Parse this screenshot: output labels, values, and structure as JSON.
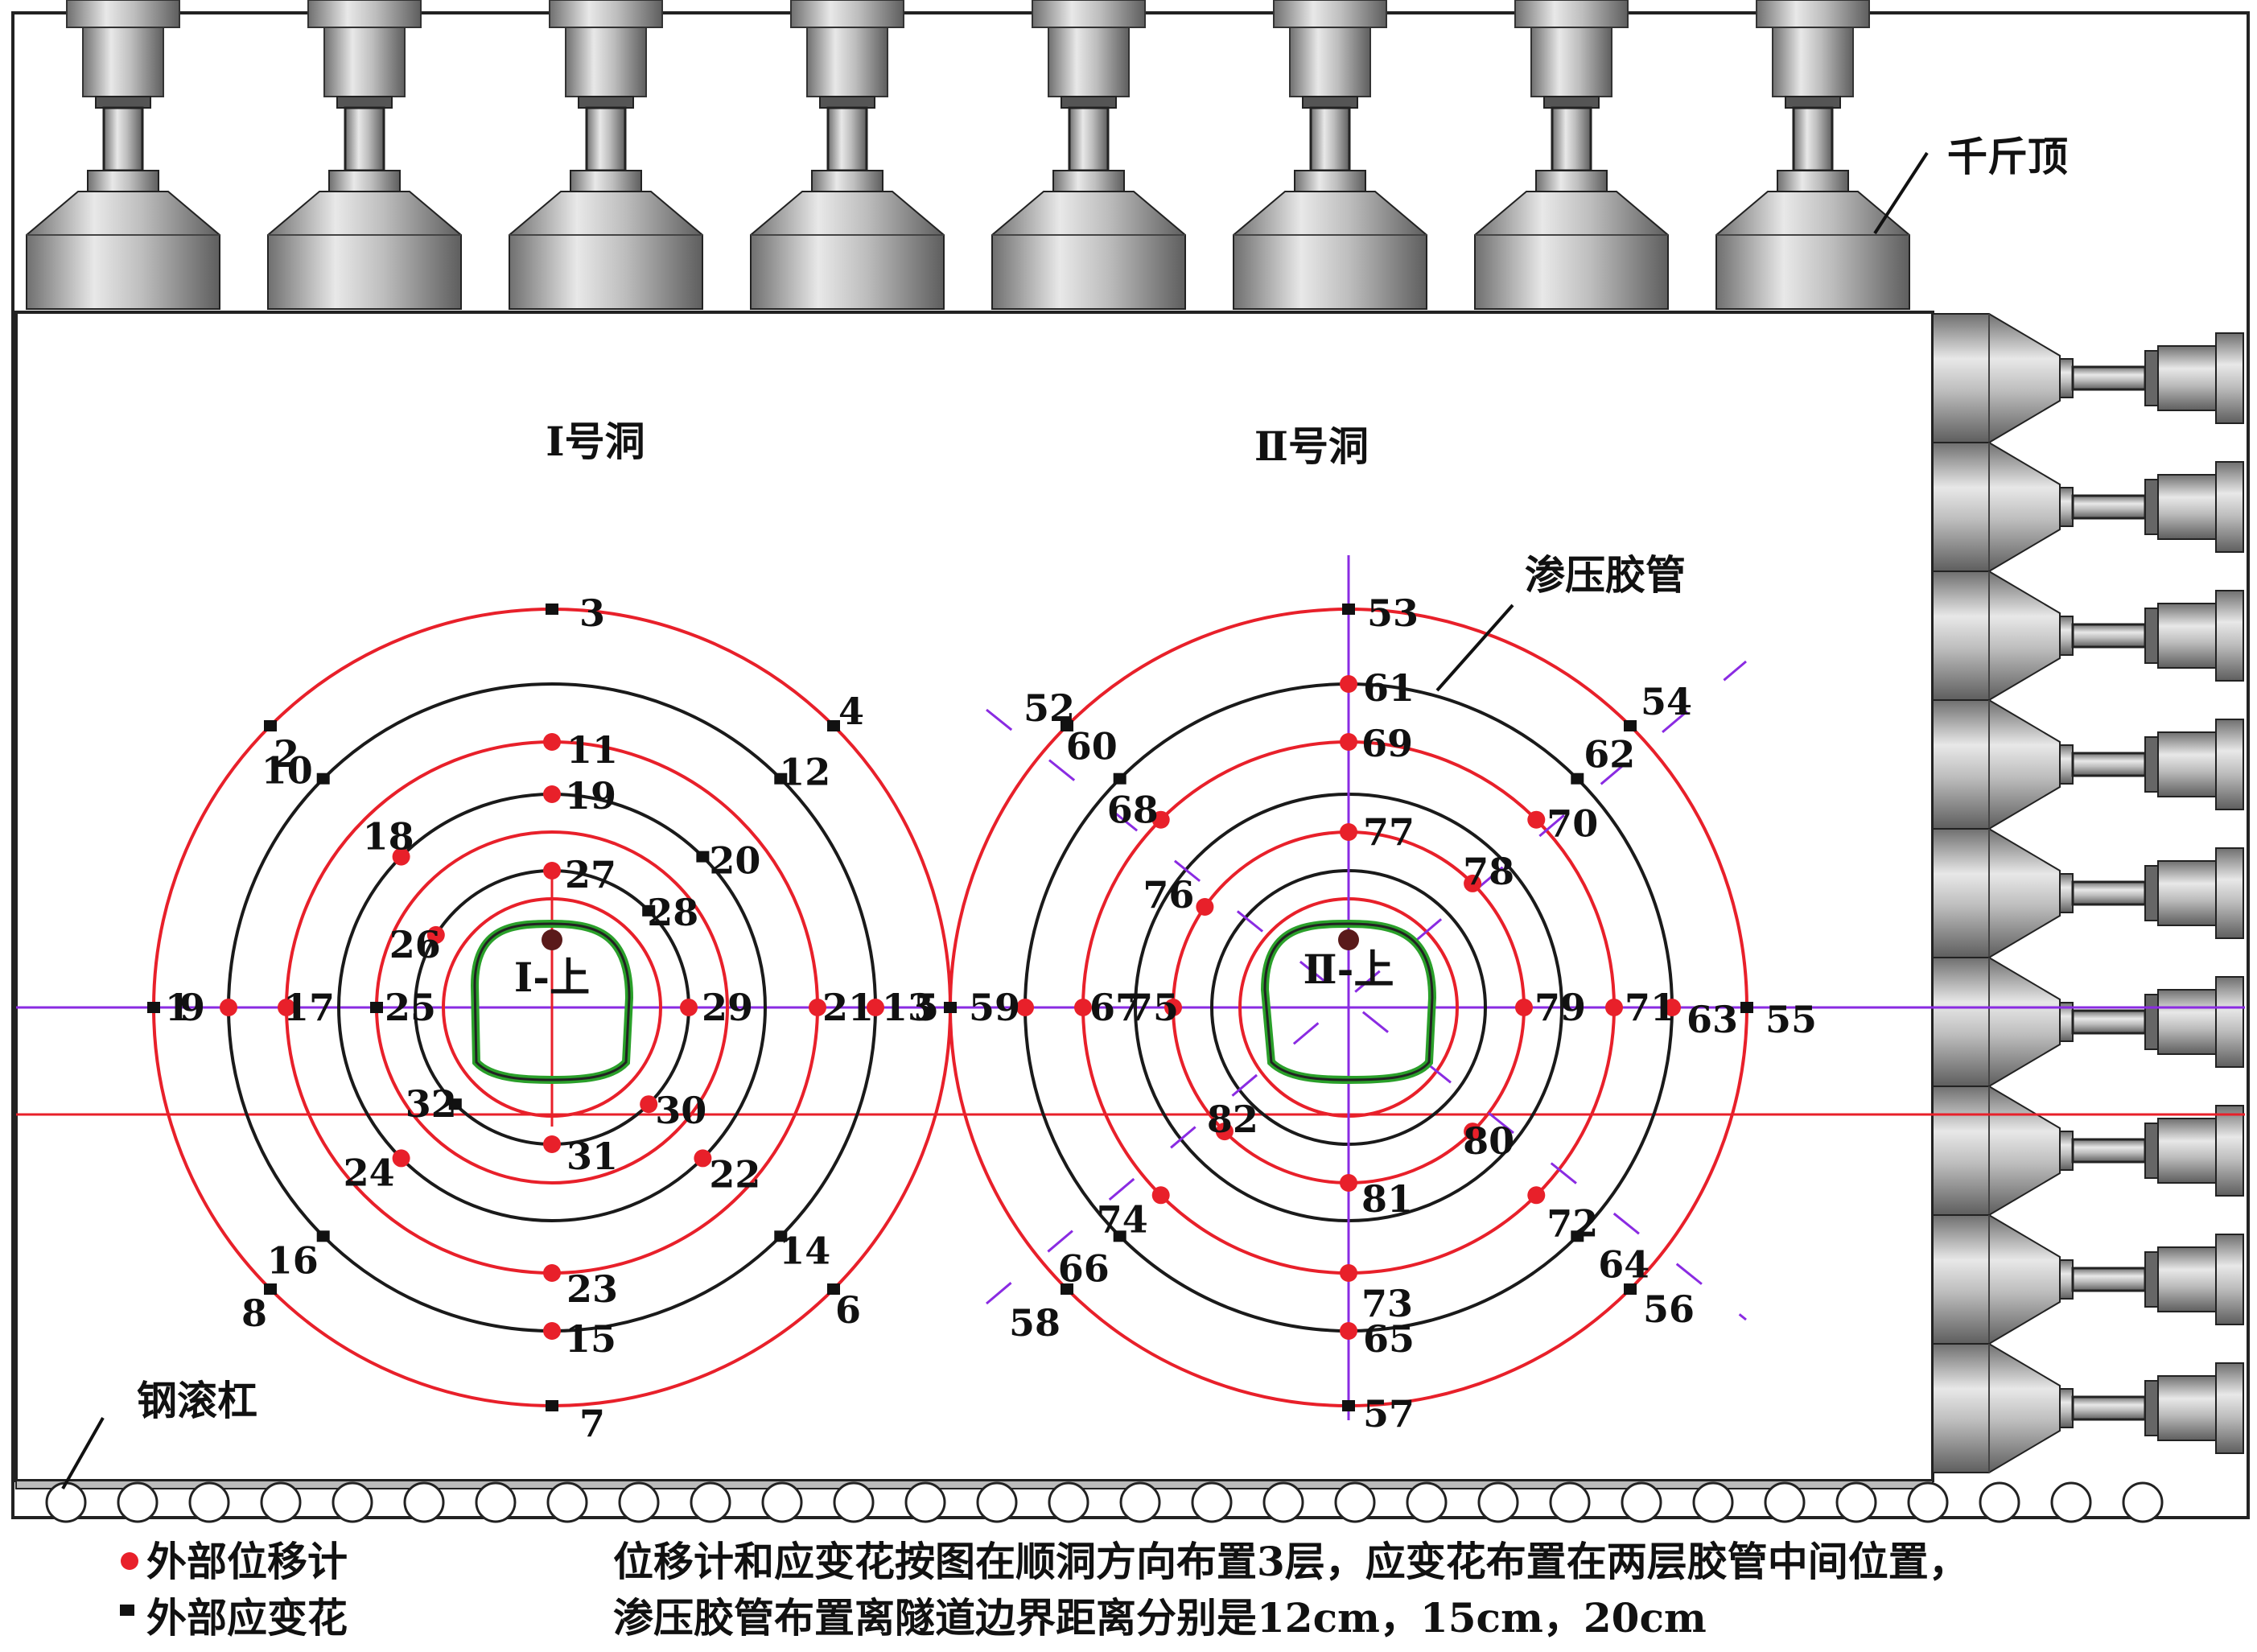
{
  "labels": {
    "jack": "千斤顶",
    "roller": "钢滚杠",
    "hose": "渗压胶管",
    "tunnel1_title": "Ⅰ号洞",
    "tunnel2_title": "Ⅱ号洞",
    "tunnel1_section": "Ⅰ-上",
    "tunnel2_section": "Ⅱ-上"
  },
  "legend": {
    "displacement": "外部位移计",
    "strain": "外部应变花"
  },
  "note": {
    "line1": "位移计和应变花按图在顺洞方向布置3层，应变花布置在两层胶管中间位置，",
    "line2": "渗压胶管布置离隧道边界距离分别是12cm，15cm，20cm"
  },
  "tunnel1_points": [
    "1",
    "2",
    "3",
    "4",
    "5",
    "6",
    "7",
    "8",
    "9",
    "10",
    "11",
    "12",
    "13",
    "14",
    "15",
    "16",
    "17",
    "18",
    "19",
    "20",
    "21",
    "22",
    "23",
    "24",
    "25",
    "26",
    "27",
    "28",
    "29",
    "30",
    "31",
    "32"
  ],
  "tunnel2_points": [
    "52",
    "53",
    "54",
    "55",
    "56",
    "57",
    "58",
    "59",
    "60",
    "61",
    "62",
    "63",
    "64",
    "65",
    "66",
    "67",
    "68",
    "69",
    "70",
    "71",
    "72",
    "73",
    "74",
    "75",
    "76",
    "77",
    "78",
    "79",
    "80",
    "81",
    "82"
  ],
  "colors": {
    "hose_ring": "#e8202a",
    "strain_ring": "#1a1a1a",
    "axis_line": "#8a2be2",
    "horizontal_red": "#e8202a",
    "lining": "#2aa02a",
    "displacement_marker": "#e8202a",
    "strain_marker": "#111111"
  }
}
